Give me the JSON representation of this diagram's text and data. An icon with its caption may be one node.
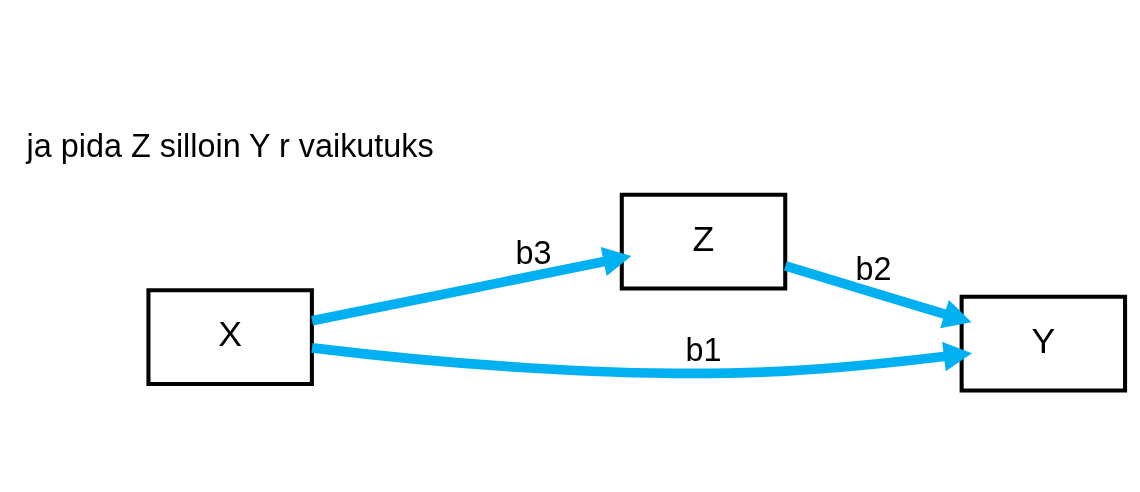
{
  "diagram": {
    "nodes": [
      {
        "text": [
          "Z"
        ]
      },
      {
        "text": [
          "X"
        ]
      },
      {
        "text": [
          "Y"
        ]
      }
    ],
    "edges": [
      {
        "from": 1,
        "to": 0,
        "arrow": "to",
        "label": "b3"
      },
      {
        "from": 0,
        "to": 2,
        "arrow": "to",
        "label": "b2"
      },
      {
        "from": 1,
        "to": 2,
        "arrow": "to",
        "label": "b1"
      }
    ],
    "labels": [
      "ja pida Z silloin Y r vaikutuks"
    ]
  }
}
